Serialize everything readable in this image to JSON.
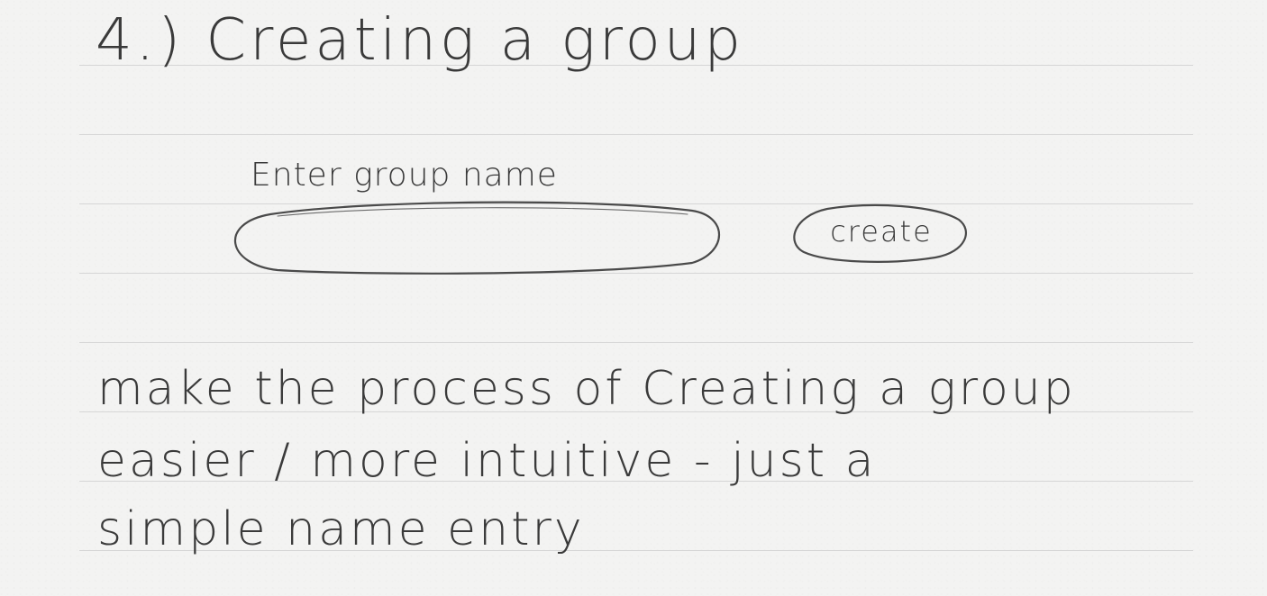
{
  "title": "4.) Creating a group",
  "form": {
    "label": "Enter group name",
    "input_value": "",
    "input_placeholder": "",
    "create_button": "create"
  },
  "notes": [
    "make the process of Creating a group",
    "easier / more intuitive - just a",
    "simple name entry"
  ],
  "colors": {
    "paper": "#f3f3f2",
    "rule": "#d6d6d6",
    "pencil": "#3a3a3a"
  }
}
